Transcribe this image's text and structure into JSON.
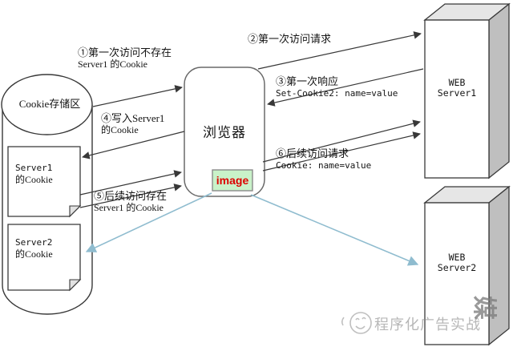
{
  "cylinder": {
    "label": "Cookie存储区"
  },
  "docs": {
    "doc1": {
      "line1": "Server1",
      "line2": "的Cookie"
    },
    "doc2": {
      "line1": "Server2",
      "line2": "的Cookie"
    }
  },
  "browser": {
    "label": "浏览器"
  },
  "image_box": {
    "label": "image"
  },
  "servers": {
    "server1": {
      "line1": "WEB",
      "line2": "Server1"
    },
    "server2": {
      "line1": "WEB",
      "line2": "Server2"
    }
  },
  "steps": {
    "step1": {
      "line1": "①第一次访问不存在",
      "line2": "Server1 的Cookie"
    },
    "step2": {
      "line1": "②第一次访问请求"
    },
    "step3": {
      "line1": "③第一次响应",
      "line2": "Set-Cookie2: name=value"
    },
    "step4": {
      "line1": "④写入Server1",
      "line2": "的Cookie"
    },
    "step5": {
      "line1": "⑤后续访问存在",
      "line2": "Server1 的Cookie"
    },
    "step6": {
      "line1": "⑥后续访问请求",
      "line2": "Cookie: name=value"
    }
  },
  "watermark": {
    "text": "程序化广告实战",
    "side_char": "媒"
  },
  "colors": {
    "line": "#383838",
    "blue_arrow": "#8fbccf",
    "image_box_fill": "#c9f2c9",
    "image_text": "#dd0000",
    "box_side": "#bfbfbf",
    "box_top": "#e6e6e6",
    "watermark": "#8c8c8c"
  }
}
